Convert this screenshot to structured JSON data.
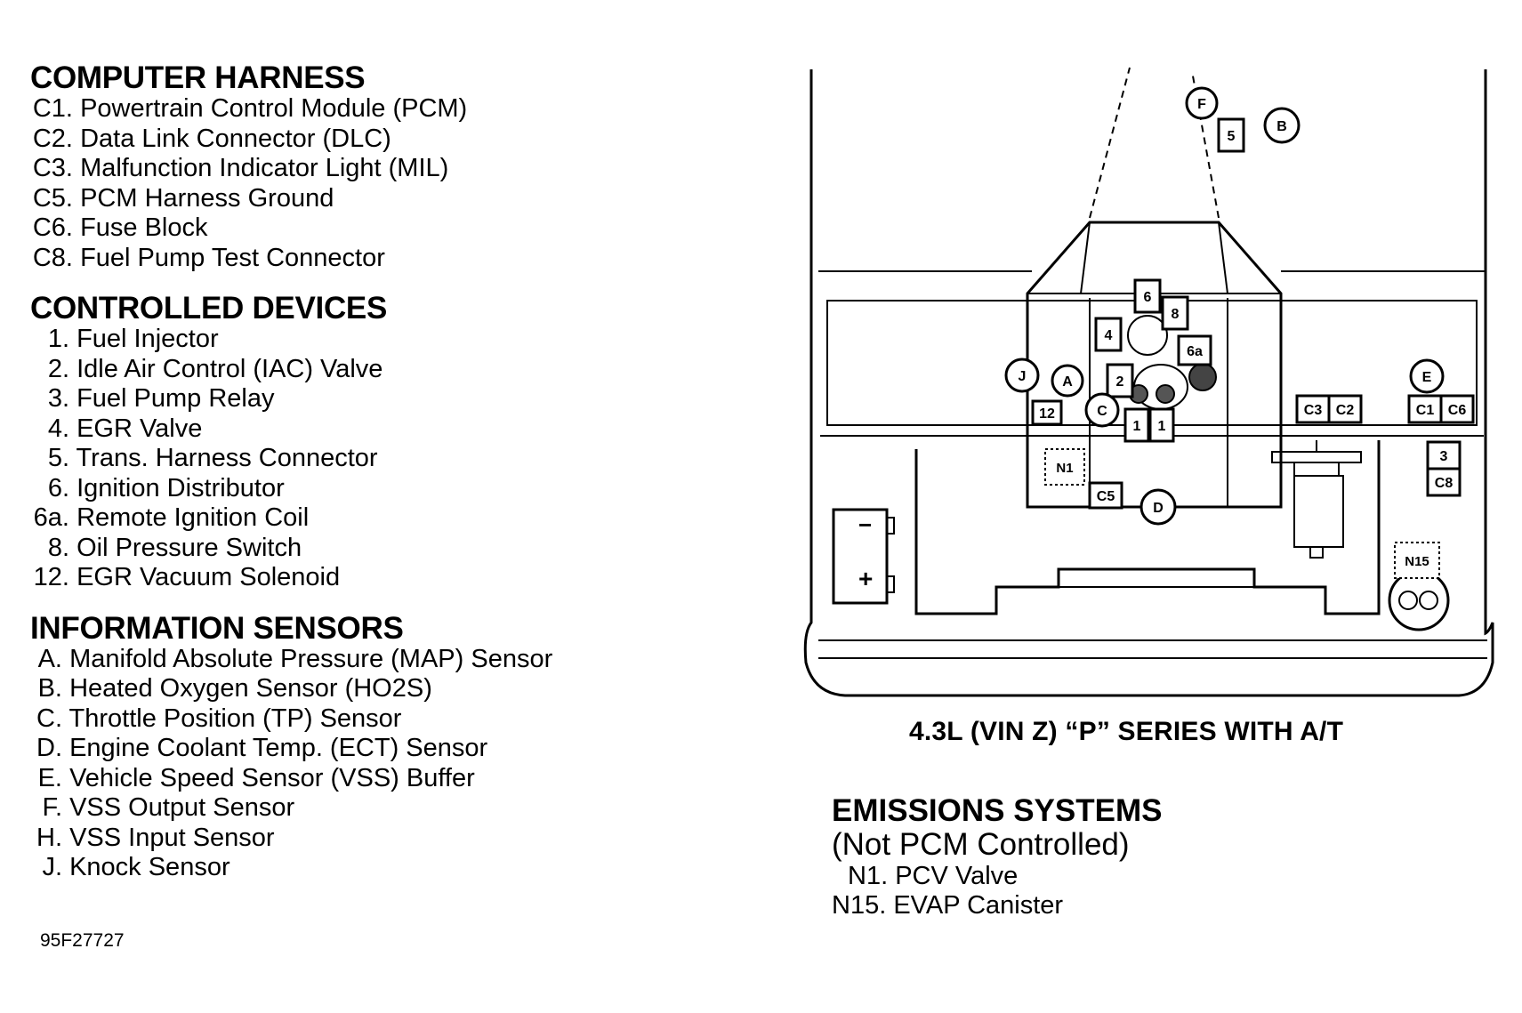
{
  "sections": [
    {
      "title": "COMPUTER HARNESS",
      "items": [
        {
          "code": "C1.",
          "label": "Powertrain Control Module (PCM)"
        },
        {
          "code": "C2.",
          "label": "Data Link Connector (DLC)"
        },
        {
          "code": "C3.",
          "label": "Malfunction Indicator Light (MIL)"
        },
        {
          "code": "C5.",
          "label": "PCM Harness Ground"
        },
        {
          "code": "C6.",
          "label": "Fuse Block"
        },
        {
          "code": "C8.",
          "label": "Fuel Pump Test Connector"
        }
      ]
    },
    {
      "title": "CONTROLLED DEVICES",
      "items": [
        {
          "code": "1.",
          "label": "Fuel Injector"
        },
        {
          "code": "2.",
          "label": "Idle Air Control (IAC) Valve"
        },
        {
          "code": "3.",
          "label": "Fuel Pump Relay"
        },
        {
          "code": "4.",
          "label": "EGR Valve"
        },
        {
          "code": "5.",
          "label": "Trans. Harness Connector"
        },
        {
          "code": "6.",
          "label": "Ignition Distributor"
        },
        {
          "code": "6a.",
          "label": "Remote Ignition Coil"
        },
        {
          "code": "8.",
          "label": "Oil Pressure Switch"
        },
        {
          "code": "12.",
          "label": "EGR Vacuum Solenoid"
        }
      ]
    },
    {
      "title": "INFORMATION SENSORS",
      "items": [
        {
          "code": "A.",
          "label": "Manifold Absolute Pressure (MAP) Sensor"
        },
        {
          "code": "B.",
          "label": "Heated Oxygen Sensor (HO2S)"
        },
        {
          "code": "C.",
          "label": "Throttle Position (TP) Sensor"
        },
        {
          "code": "D.",
          "label": "Engine Coolant Temp. (ECT) Sensor"
        },
        {
          "code": "E.",
          "label": "Vehicle Speed Sensor (VSS) Buffer"
        },
        {
          "code": "F.",
          "label": "VSS Output Sensor"
        },
        {
          "code": "H.",
          "label": "VSS Input Sensor"
        },
        {
          "code": "J.",
          "label": "Knock Sensor"
        }
      ]
    }
  ],
  "reference_code": "95F27727",
  "diagram_caption": "4.3L (VIN Z) “P” SERIES WITH A/T",
  "emissions": {
    "title": "EMISSIONS SYSTEMS",
    "subtitle": "(Not PCM Controlled)",
    "items": [
      {
        "code": "N1.",
        "label": "PCV Valve"
      },
      {
        "code": "N15.",
        "label": "EVAP Canister"
      }
    ]
  },
  "diagram_labels": {
    "square": [
      "5",
      "6",
      "8",
      "4",
      "6a",
      "2",
      "12",
      "1",
      "1",
      "C3",
      "C2",
      "C1",
      "C6",
      "3",
      "C8",
      "C5"
    ],
    "circle": [
      "F",
      "B",
      "J",
      "A",
      "C",
      "E",
      "D"
    ],
    "dotted": [
      "N1",
      "N15"
    ],
    "battery_minus": "−",
    "battery_plus": "+"
  }
}
